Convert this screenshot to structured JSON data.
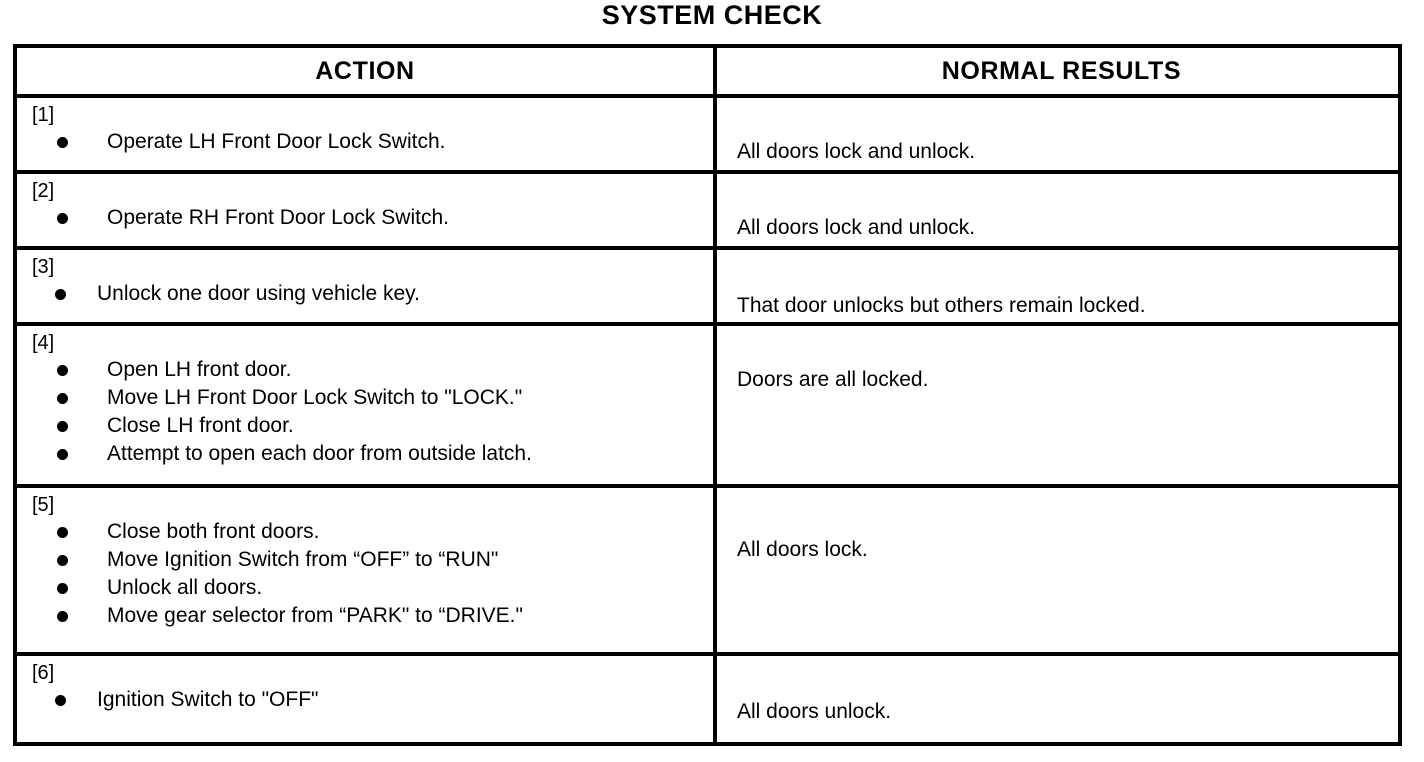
{
  "document": {
    "title": "SYSTEM CHECK"
  },
  "table": {
    "headers": {
      "action": "ACTION",
      "results": "NORMAL RESULTS"
    },
    "rows": [
      {
        "number": "[1]",
        "steps": [
          "Operate LH Front Door Lock Switch."
        ],
        "result": "All doors lock and unlock."
      },
      {
        "number": "[2]",
        "steps": [
          "Operate RH Front Door Lock Switch."
        ],
        "result": "All doors lock and unlock."
      },
      {
        "number": "[3]",
        "steps": [
          "Unlock one door using vehicle key."
        ],
        "result": "That door unlocks but others remain locked."
      },
      {
        "number": "[4]",
        "steps": [
          "Open LH front door.",
          "Move LH Front Door Lock Switch to \"LOCK.\"",
          "Close LH front door.",
          "Attempt to open each door from outside latch."
        ],
        "result": "Doors are all locked."
      },
      {
        "number": "[5]",
        "steps": [
          "Close both front doors.",
          "Move Ignition Switch from “OFF” to “RUN\"",
          "Unlock all doors.",
          "Move gear selector from “PARK\" to “DRIVE.\""
        ],
        "result": "All doors lock."
      },
      {
        "number": "[6]",
        "steps": [
          "Ignition Switch to \"OFF\""
        ],
        "result": "All doors unlock."
      }
    ]
  },
  "colors": {
    "ink": "#000000",
    "paper": "#ffffff"
  }
}
